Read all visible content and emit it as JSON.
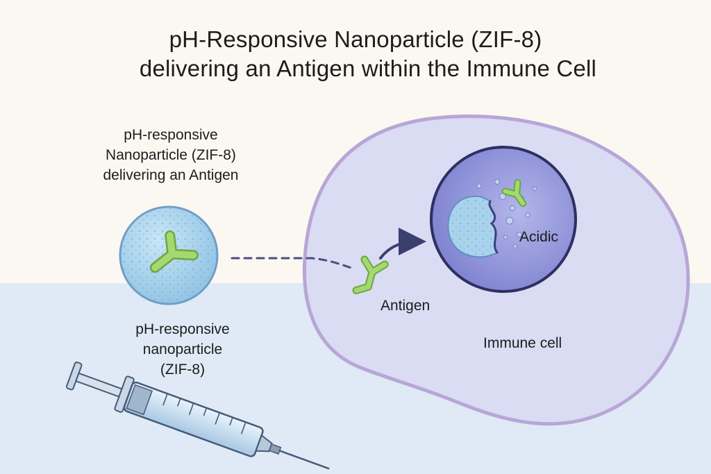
{
  "title": {
    "line1": "pH-Responsive Nanoparticle (ZIF-8)",
    "line2": "delivering an Antigen within the Immune Cell"
  },
  "labels": {
    "delivery_caption": [
      "pH-responsive",
      "Nanoparticle (ZIF-8)",
      "delivering an Antigen"
    ],
    "nanoparticle_caption": [
      "pH-responsive",
      "nanoparticle",
      "(ZIF-8)"
    ],
    "antigen": "Antigen",
    "acidic": "Acidic",
    "immune_cell": "Immune cell"
  },
  "colors": {
    "background": "#fbf8f2",
    "lower_band": "#dfeaf6",
    "cell_fill": "#d9dcf3",
    "cell_outline": "#b8a6d6",
    "endosome_fill": "#8f93d8",
    "nanoparticle_fill": "#a9d3ec",
    "antigen_green": "#9fd36a",
    "arrow_navy": "#3b3f6e"
  }
}
